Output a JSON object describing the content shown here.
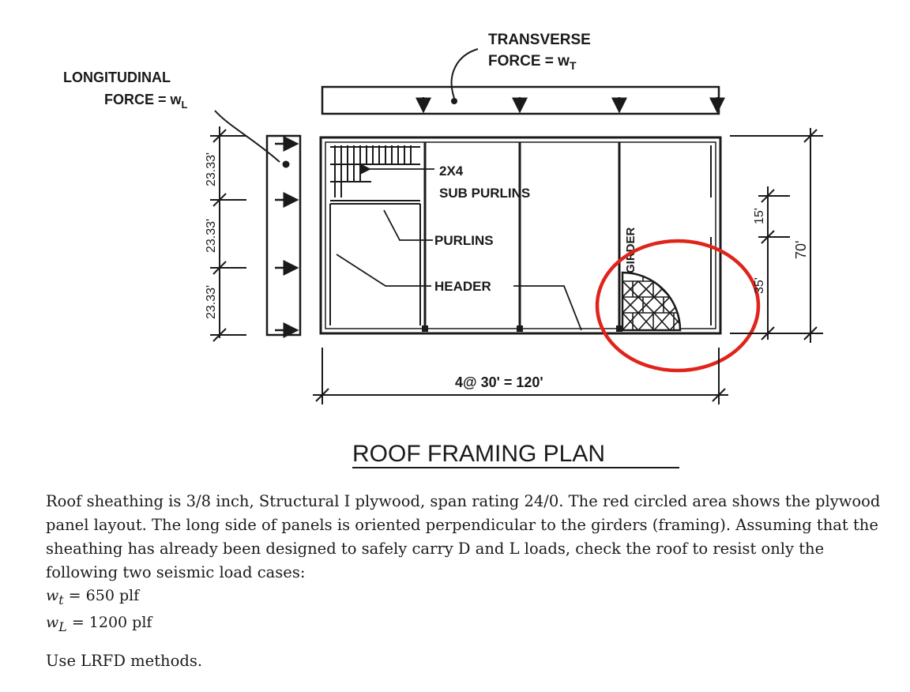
{
  "diagram": {
    "transverse_label": [
      "TRANSVERSE",
      "FORCE = w",
      "T"
    ],
    "longitudinal_label": [
      "LONGITUDINAL",
      "FORCE = w",
      "L"
    ],
    "subpurlins_label": [
      "2X4",
      "SUB PURLINS"
    ],
    "purlins_label": "PURLINS",
    "header_label": "HEADER",
    "girder_label": "GIRDER",
    "dim_bottom": "4@ 30' = 120'",
    "dim_right_total": "70'",
    "dim_right_top": "15'",
    "dim_right_bottom": "35'",
    "dim_left_1": "23.33'",
    "dim_left_2": "23.33'",
    "dim_left_3": "23.33'",
    "title": "ROOF FRAMING PLAN",
    "highlight_color": "#e0241b"
  },
  "problem": {
    "paragraph": "Roof sheathing is 3/8 inch, Structural I plywood, span rating 24/0. The red circled area shows the plywood panel layout. The long side of panels is oriented perpendicular to the girders (framing). Assuming that the sheathing has already been designed to safely carry D and L loads, check the roof to resist only the following two seismic load cases:",
    "eq1_var": "w",
    "eq1_sub": "t",
    "eq1_rhs": " = 650 plf",
    "eq2_var": "w",
    "eq2_sub": "L",
    "eq2_rhs": " = 1200 plf",
    "method": "Use LRFD methods."
  }
}
